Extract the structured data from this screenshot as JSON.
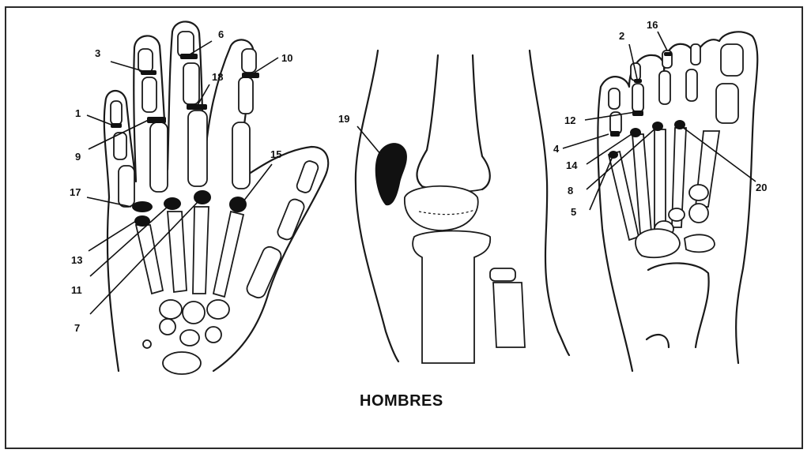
{
  "caption": "HOMBRES",
  "hand": {
    "labels": [
      "1",
      "3",
      "6",
      "9",
      "10",
      "17",
      "13",
      "11",
      "7",
      "15",
      "18"
    ]
  },
  "knee": {
    "labels": [
      "19"
    ]
  },
  "foot": {
    "labels": [
      "2",
      "16",
      "12",
      "4",
      "14",
      "8",
      "5",
      "20"
    ]
  },
  "colors": {
    "ink": "#111111",
    "background": "#ffffff"
  }
}
